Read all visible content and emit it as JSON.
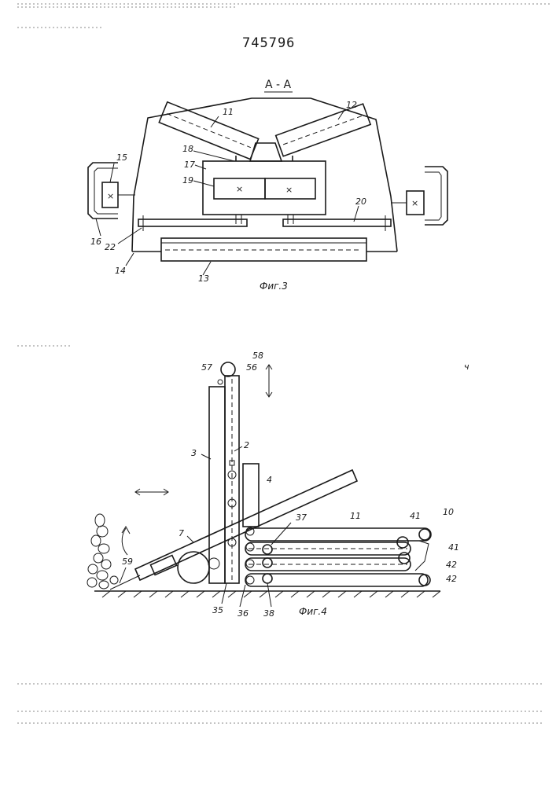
{
  "document": {
    "patent_number": "745796",
    "section_label": "А - А"
  },
  "figure3": {
    "caption": "Фиг.3",
    "labels": {
      "l11": "11",
      "l12": "12",
      "l13": "13",
      "l14": "14",
      "l15": "15",
      "l16": "16",
      "l17": "17",
      "l18": "18",
      "l19": "19",
      "l20": "20",
      "l22": "22"
    },
    "marks": {
      "cross": "×"
    }
  },
  "figure4": {
    "caption": "Фиг.4",
    "labels": {
      "l2": "2",
      "l3": "3",
      "l4": "4",
      "l7": "7",
      "l10": "10",
      "l11": "11",
      "l35": "35",
      "l36": "36",
      "l37": "37",
      "l38": "38",
      "l41a": "41",
      "l41b": "41",
      "l42a": "42",
      "l42b": "42",
      "l56": "56",
      "l57": "57",
      "l58": "58",
      "l59": "59"
    },
    "marks": {
      "corner": "ч"
    }
  }
}
